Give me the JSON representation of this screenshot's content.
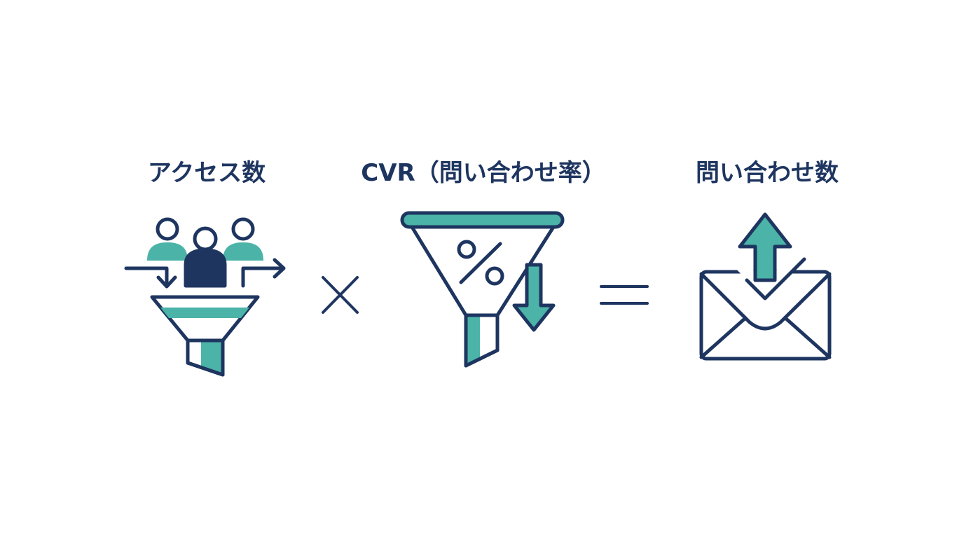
{
  "terms": {
    "access": "アクセス数",
    "cvr": "CVR（問い合わせ率）",
    "inquiries": "問い合わせ数"
  },
  "operators": {
    "multiply": "multiply-sign",
    "equals": "equals-sign"
  },
  "icons": {
    "access": "people-funnel-icon",
    "cvr": "percent-funnel-down-arrow-icon",
    "inquiries": "envelope-up-arrow-icon"
  },
  "colors": {
    "navy": "#1e3560",
    "teal": "#4bb3a7",
    "background": "#ffffff"
  }
}
